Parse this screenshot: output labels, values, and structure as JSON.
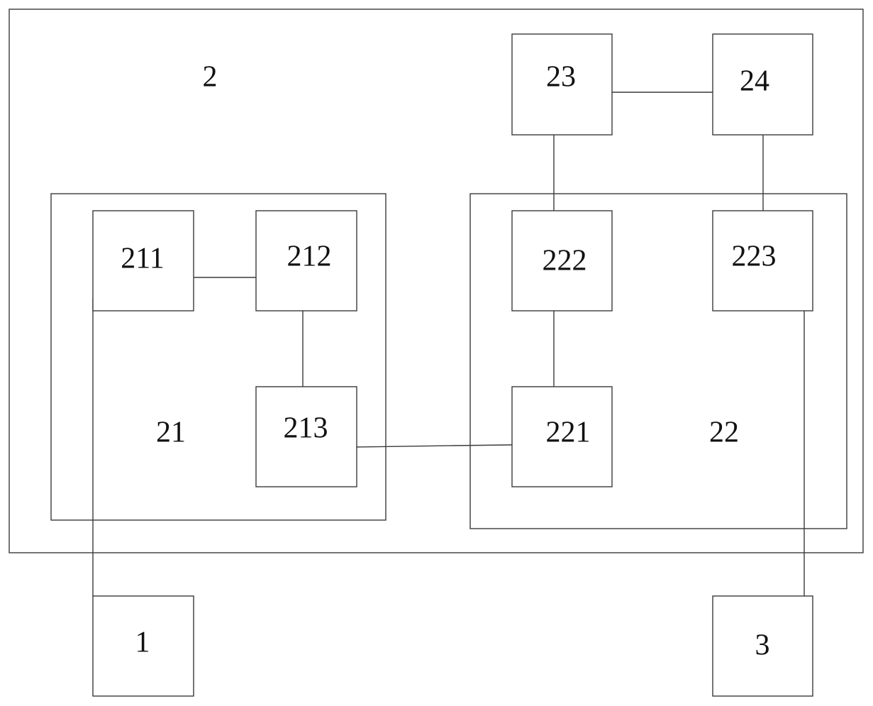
{
  "labels": {
    "system": "2",
    "module_21": "21",
    "module_22": "22",
    "block_1": "1",
    "block_3": "3",
    "block_23": "23",
    "block_24": "24",
    "block_211": "211",
    "block_212": "212",
    "block_213": "213",
    "block_221": "221",
    "block_222": "222",
    "block_223": "223"
  }
}
